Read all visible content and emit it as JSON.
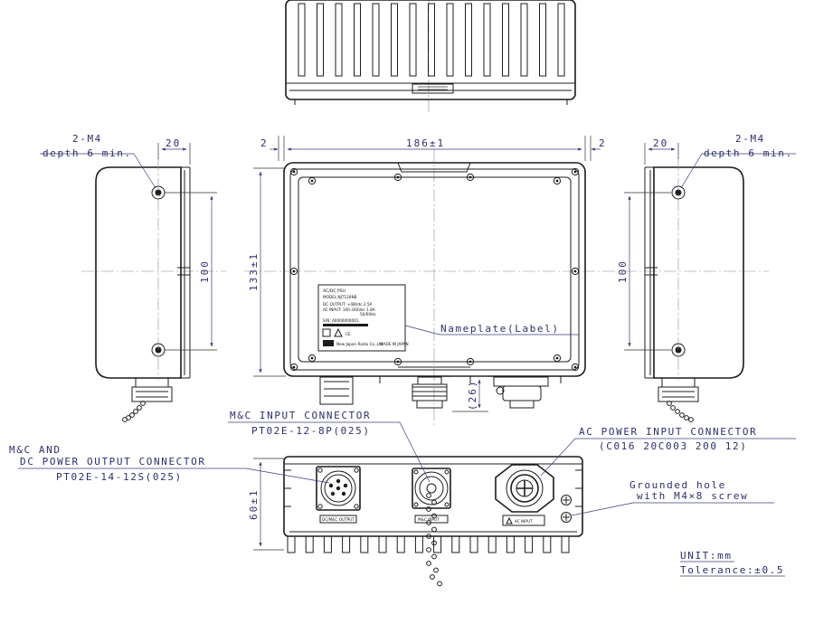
{
  "annotations": {
    "m4_left_title": "2-M4",
    "m4_left_depth": "depth 6 min.",
    "m4_right_title": "2-M4",
    "m4_right_depth": "depth 6 min.",
    "nameplate": "Nameplate(Label)",
    "mc_input_title": "M&C INPUT CONNECTOR",
    "mc_input_part": "PT02E-12-8P(025)",
    "mc_dc_line1": "M&C AND",
    "mc_dc_line2": "DC POWER OUTPUT CONNECTOR",
    "mc_dc_part": "PT02E-14-12S(025)",
    "ac_input_title": "AC POWER INPUT CONNECTOR",
    "ac_input_part": "(C016 20C003 200 12)",
    "ground_line1": "Grounded hole",
    "ground_line2": "with M4×8 screw",
    "unit": "UNIT:mm",
    "tolerance": "Tolerance:±0.5"
  },
  "dimensions": {
    "width": "186±1",
    "height": "133±1",
    "depth": "60±1",
    "gap_left": "2",
    "gap_right": "2",
    "side_left_20": "20",
    "side_right_20": "20",
    "side_left_100": "100",
    "side_right_100": "100",
    "connector_26": "(26)"
  },
  "nameplate_label": {
    "line1": "AC/DC PSU",
    "line2": "MODEL:NJT120NB",
    "line3": "DC OUTPUT: +48Vdc 2.5A",
    "line4": "AC INPUT: 100-240Vac 1.8A",
    "line5": "50/60Hz",
    "line6": "S/N: A0000000001",
    "maker": "New Japan Radio Co.,Ltd",
    "origin": "MADE IN JAPAN"
  },
  "connector_labels": {
    "dc_output": "DC/M&C OUTPUT",
    "mc_input": "M&C INPUT",
    "ac_input": "AC INPUT"
  }
}
